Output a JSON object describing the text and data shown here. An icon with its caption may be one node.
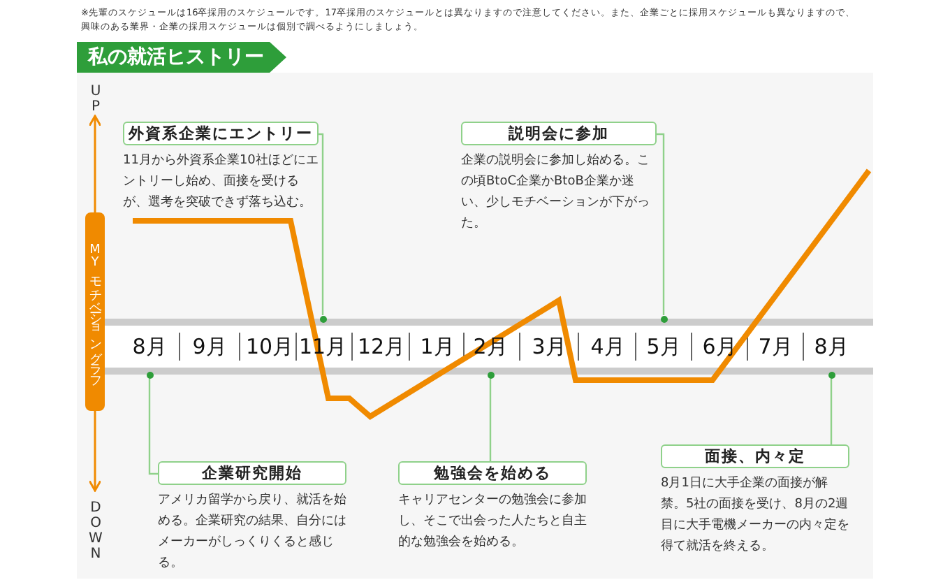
{
  "diagram": {
    "title": "私の就活ヒストリー",
    "nodes": [
      {
        "text": [
          "外資系企業にエントリー",
          "11月から外資系企業10社ほどにエントリーし始め、面接を受けるが、選考を突破できず落ち込む。"
        ]
      },
      {
        "text": [
          "説明会に参加",
          "企業の説明会に参加し始める。この頃BtoC企業かBtoB企業か迷い、少しモチベーションが下がった。"
        ]
      },
      {
        "text": [
          "企業研究開始",
          "アメリカ留学から戻り、就活を始める。企業研究の結果、自分にはメーカーがしっくりくると感じる。"
        ]
      },
      {
        "text": [
          "勉強会を始める",
          "キャリアセンターの勉強会に参加し、そこで出会った人たちと自主的な勉強会を始める。"
        ]
      },
      {
        "text": [
          "面接、内々定",
          "8月1日に大手企業の面接が解禁。5社の面接を受け、8月の2週目に大手電機メーカーの内々定を得て就活を終える。"
        ]
      },
      {
        "text": [],
        "shape": "circle"
      },
      {
        "text": [],
        "shape": "circle"
      },
      {
        "text": [],
        "shape": "circle"
      },
      {
        "text": [],
        "shape": "circle"
      },
      {
        "text": [],
        "shape": "circle"
      }
    ],
    "edges": [
      {
        "from": 0,
        "to": 6,
        "arrow": "none"
      },
      {
        "from": 1,
        "to": 8,
        "arrow": "none"
      },
      {
        "from": 2,
        "to": 5,
        "arrow": "none"
      },
      {
        "from": 3,
        "to": 7,
        "arrow": "none"
      },
      {
        "from": 4,
        "to": 9,
        "arrow": "none"
      }
    ],
    "labels": [
      "※先輩のスケジュールは16卒採用のスケジュールです。17卒採用のスケジュールとは異なりますので注意してください。また、企業ごとに採用スケジュールも異なりますので、興味のある業界・企業の採用スケジュールは個別で調べるようにしましょう。",
      "UP",
      "MYモチベーショングラフ",
      "DOWN",
      "8月",
      "9月",
      "10月",
      "11月",
      "12月",
      "1月",
      "2月",
      "3月",
      "4月",
      "5月",
      "6月",
      "7月",
      "8月"
    ]
  }
}
